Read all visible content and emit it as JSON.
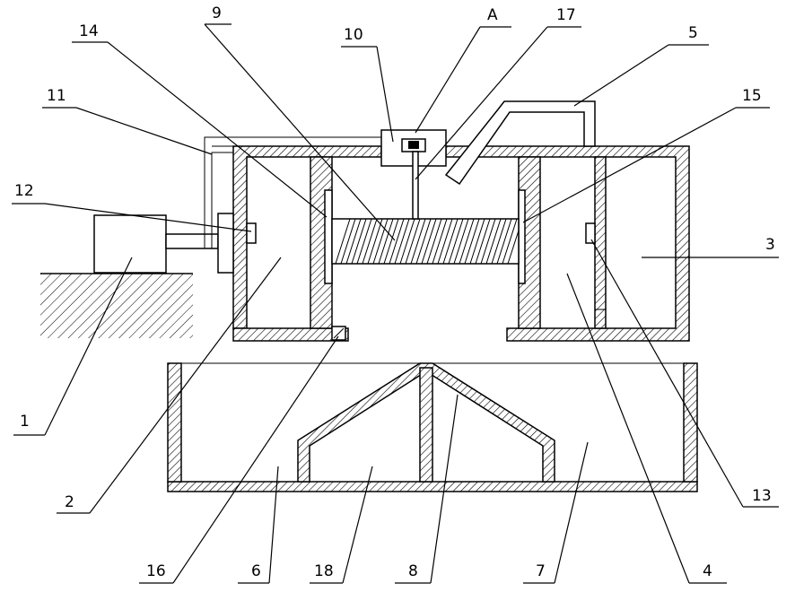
{
  "labels": {
    "l1": "1",
    "l2": "2",
    "l3": "3",
    "l4": "4",
    "l5": "5",
    "l6": "6",
    "l7": "7",
    "l8": "8",
    "l9": "9",
    "l10": "10",
    "l11": "11",
    "l12": "12",
    "l13": "13",
    "l14": "14",
    "l15": "15",
    "l16": "16",
    "l17": "17",
    "l18": "18",
    "lA": "A"
  },
  "colors": {
    "line": "#000000",
    "background": "#ffffff"
  }
}
